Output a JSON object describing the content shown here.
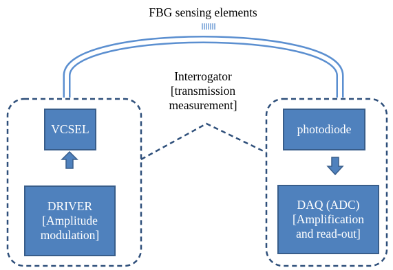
{
  "diagram": {
    "title": "FBG sensing elements",
    "interrogator": [
      "Interrogator",
      "[transmission",
      "measurement]"
    ],
    "left_group": {
      "source": "VCSEL",
      "driver": [
        "DRIVER",
        "[Amplitude",
        "modulation]"
      ]
    },
    "right_group": {
      "detector": "photodiode",
      "daq": [
        "DAQ (ADC)",
        "[Amplification",
        "and read-out]"
      ]
    },
    "colors": {
      "box_fill": "#4f81bd",
      "box_border": "#385d8a",
      "dashed_outline": "#2e4f7a",
      "fiber": "#5b8fd0"
    }
  }
}
